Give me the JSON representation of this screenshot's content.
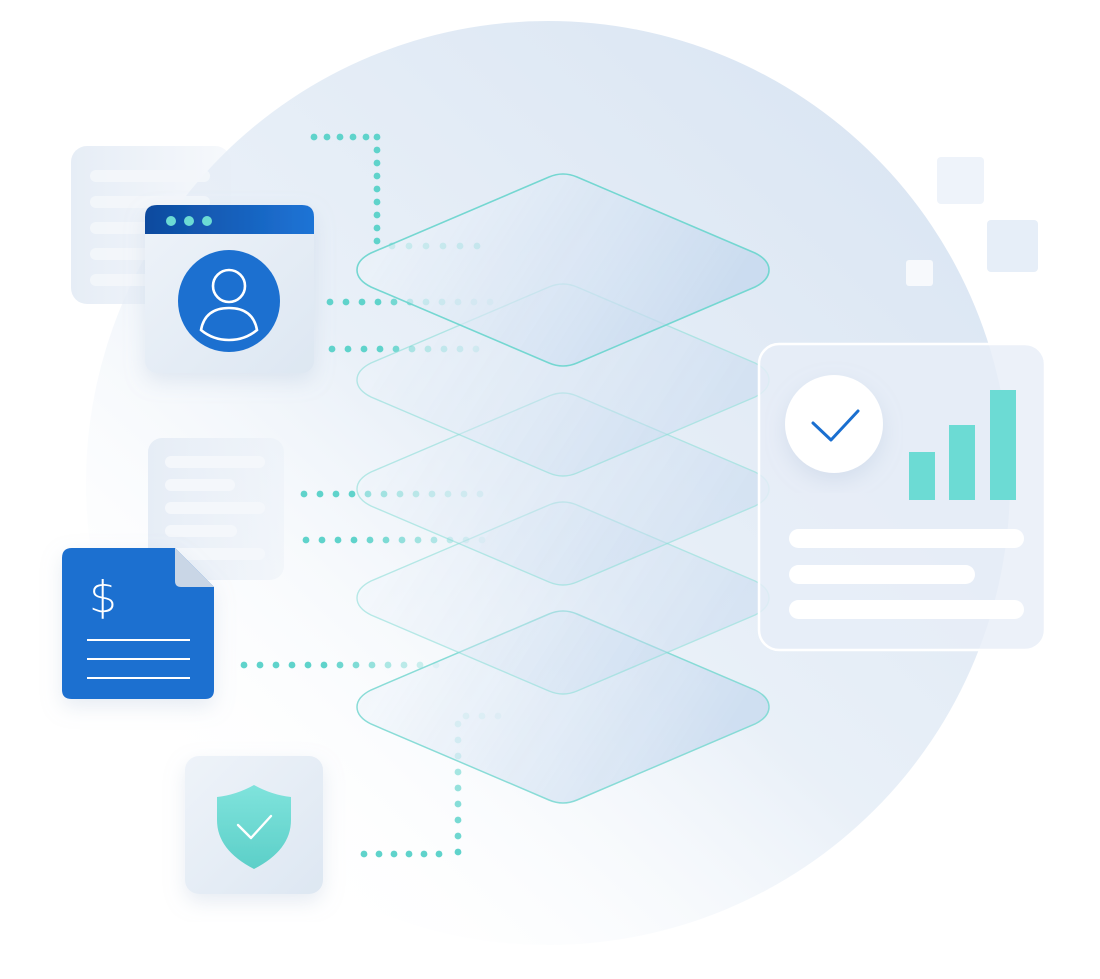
{
  "illustration": {
    "colors": {
      "background": "#ffffff",
      "backdrop_circle": "#e3ebf5",
      "primary_blue": "#1a6fd0",
      "dark_blue": "#0d4a9e",
      "teal": "#6cdbd4",
      "layer_stroke": "#6fd6d0",
      "card": "#e8eef6",
      "card_line": "#f6f9fc"
    },
    "icons": [
      "user-profile-window-icon",
      "document-icon",
      "invoice-dollar-icon",
      "shield-check-icon",
      "analytics-dashboard-icon",
      "check-icon",
      "bar-chart-icon"
    ],
    "dashboard": {
      "bar_levels": [
        0.44,
        0.68,
        1.0
      ]
    },
    "invoice": {
      "currency_symbol": "$"
    }
  }
}
